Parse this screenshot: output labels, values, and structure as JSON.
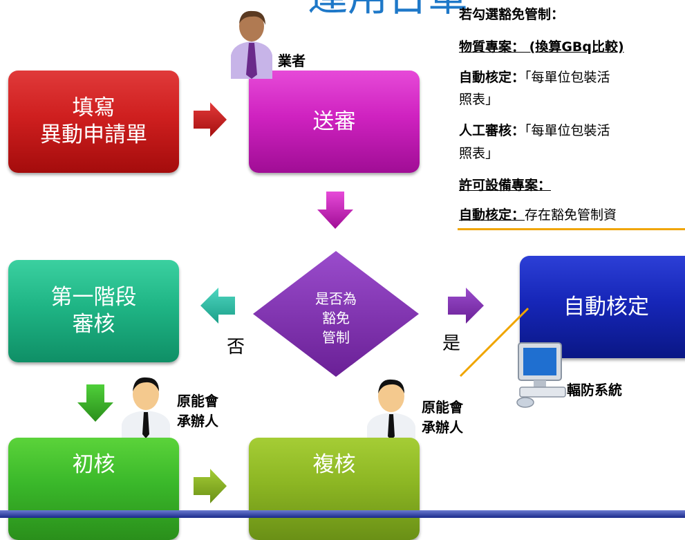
{
  "header": {
    "title": "運用台軍"
  },
  "boxes": {
    "fill_form": [
      "填寫",
      "異動申請單"
    ],
    "submit": "送審",
    "first_stage": [
      "第一階段",
      "審核"
    ],
    "auto_approve": "自動核定",
    "initial_review": "初核",
    "re_review": "複核"
  },
  "decision": {
    "lines": [
      "是否為",
      "豁免",
      "管制"
    ],
    "no_label": "否",
    "yes_label": "是"
  },
  "actors": {
    "business": "業者",
    "handler_left": [
      "原能會",
      "承辦人"
    ],
    "handler_right": [
      "原能會",
      "承辦人"
    ],
    "system": "輻防系統"
  },
  "info": {
    "line1": "若勾選豁免管制：",
    "line2_head": "物質專案：",
    "line2_tail": " (換算GBq比較)",
    "line3_head": "自動核定：",
    "line3_tail": "「每單位包裝活",
    "line4": "照表」",
    "line5_head": "人工審核：",
    "line5_tail": "「每單位包裝活",
    "line6": "照表」",
    "line7": "許可設備專案：",
    "line8_head": "自動核定：",
    "line8_tail": "存在豁免管制資"
  },
  "colors": {
    "red": "#cf1f1f",
    "pink": "#cf22c0",
    "teal": "#1fb585",
    "purple": "#7f2fb0",
    "blue": "#1626b8",
    "green": "#3ab82a",
    "olive": "#8cb623",
    "accent": "#f0a500"
  }
}
